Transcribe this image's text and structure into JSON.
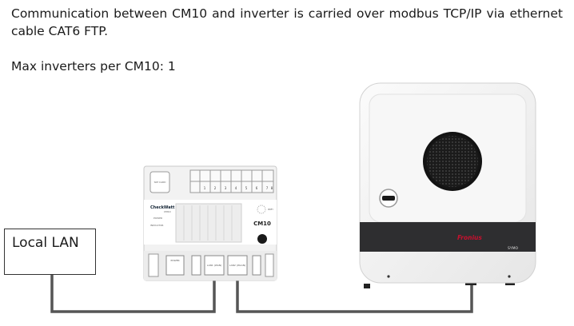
{
  "intro_text": "Communication between CM10 and inverter is carried over modbus TCP/IP via ethernet cable CAT6 FTP.",
  "max_inverters_text": "Max inverters per CM10: 1",
  "local_lan_label": "Local LAN",
  "cm10": {
    "brand": "CheckWatt",
    "brand_sub": "CM10",
    "model_label": "CM10",
    "power_label": "POWER",
    "indicator_label": "INDICATOR",
    "wifi_label": "WIFI",
    "sim_label": "SIM CARD",
    "port_labels": [
      "POWER",
      "LAN1 (WAN)",
      "LAN2 (WLAN)"
    ],
    "terminal_numbers": [
      "1",
      "2",
      "3",
      "4",
      "5",
      "6",
      "7",
      "8"
    ]
  },
  "inverter": {
    "brand": "Fronius",
    "model": "SYMO"
  },
  "colors": {
    "cable": "#555555",
    "inverter_bar": "#2e2e30",
    "fronius_red": "#c8102e"
  }
}
